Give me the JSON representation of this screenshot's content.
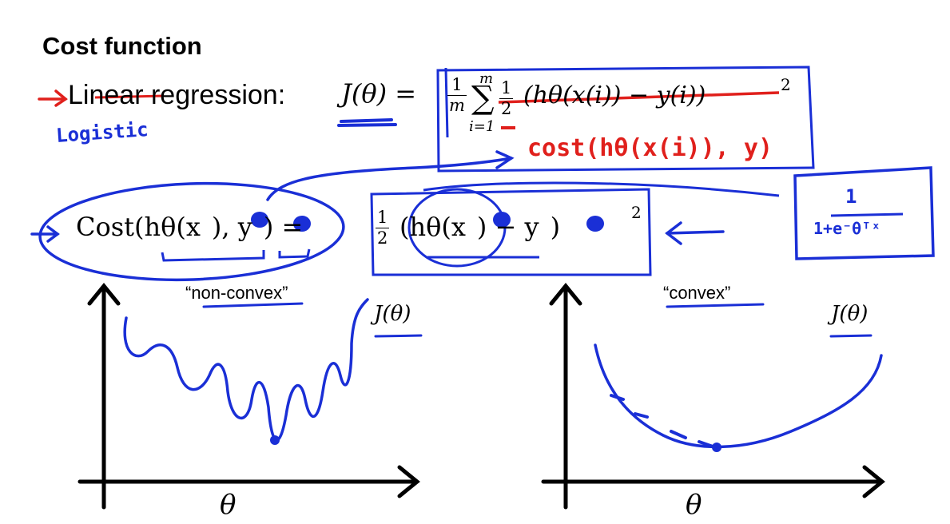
{
  "slide": {
    "title": "Cost function",
    "regression_prefix": "Linear",
    "regression_label": "regression:",
    "annotation_logistic": "Logistic"
  },
  "formula_top": {
    "lhs": "J(θ) =",
    "frac_num": "1",
    "frac_den": "m",
    "sum_upper": "m",
    "sum_symbol": "∑",
    "sum_lower": "i=1",
    "half_num": "1",
    "half_den": "2",
    "body": "(hθ(x(i)) − y(i))",
    "power": "2",
    "annotation_cost": "cost(hθ(x(i)), y)"
  },
  "formula_cost": {
    "lhs": "Cost(hθ(x",
    "lhs_mid": "), y",
    "lhs_end": ") =",
    "half_num": "1",
    "half_den": "2",
    "rhs": "(hθ(x",
    "rhs_mid": ") − y",
    "rhs_end": ")",
    "power": "2"
  },
  "sigmoid_note": {
    "num": "1",
    "den": "1+e⁻θᵀˣ"
  },
  "plot_left": {
    "label": "“non-convex”",
    "curve_label": "J(θ)",
    "axis_label": "θ"
  },
  "plot_right": {
    "label": "“convex”",
    "curve_label": "J(θ)",
    "axis_label": "θ"
  },
  "colors": {
    "ink_blue": "#1a2fd6",
    "ink_red": "#e0201c",
    "text": "#000000"
  }
}
